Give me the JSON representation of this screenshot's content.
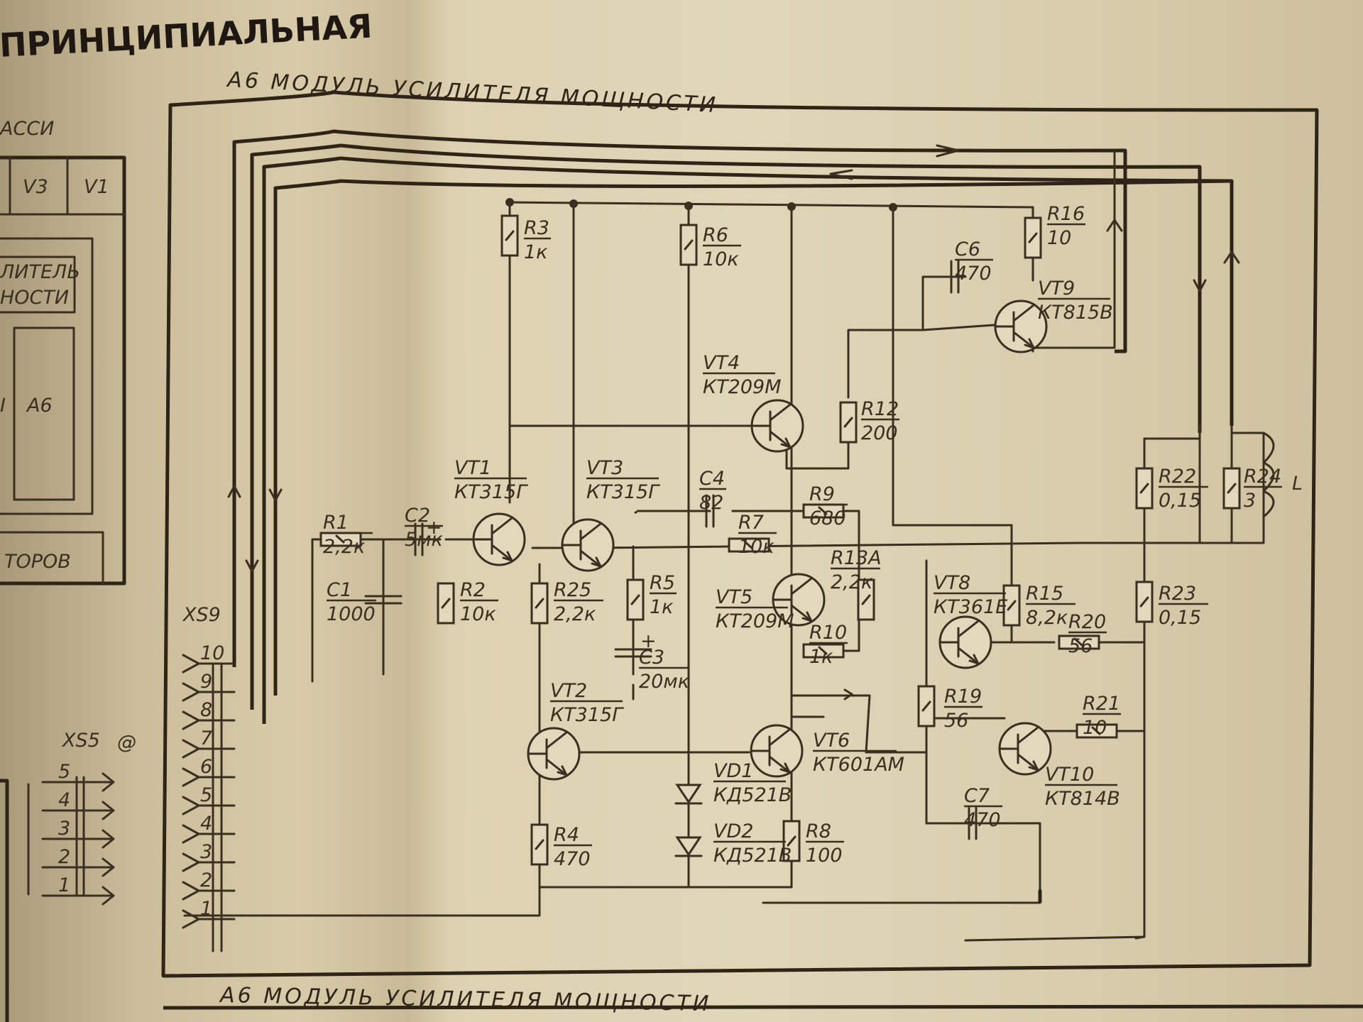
{
  "title": "ПРИНЦИПИАЛЬНАЯ",
  "module_header": "А6 МОДУЛЬ УСИЛИТЕЛЯ МОЩНОСТИ",
  "module_footer": "А6 МОДУЛЬ УСИЛИТЕЛЯ МОЩНОСТИ",
  "chassis": {
    "label": "АССИ",
    "cells": [
      "V3",
      "V1"
    ],
    "amp_box": [
      "ЛИТЕЛЬ",
      "НОСТИ"
    ],
    "module_ref": "А6",
    "left_fragment": "I",
    "bottom_label": "ТОРОВ"
  },
  "connectors": {
    "xs9": {
      "name": "XS9",
      "pins": [
        "10",
        "9",
        "8",
        "7",
        "6",
        "5",
        "4",
        "3",
        "2",
        "1"
      ]
    },
    "xs5": {
      "name": "XS5",
      "pins": [
        "5",
        "4",
        "3",
        "2",
        "1"
      ],
      "marks": "″",
      "symbol": "@"
    }
  },
  "transistors": [
    {
      "ref": "VT1",
      "type": "КТ315Г"
    },
    {
      "ref": "VT2",
      "type": "КТ315Г"
    },
    {
      "ref": "VT3",
      "type": "КТ315Г"
    },
    {
      "ref": "VT4",
      "type": "КТ209М"
    },
    {
      "ref": "VT5",
      "type": "КТ209М"
    },
    {
      "ref": "VT6",
      "type": "КТ601АМ"
    },
    {
      "ref": "VT8",
      "type": "КТ361Е"
    },
    {
      "ref": "VT9",
      "type": "КТ815В"
    },
    {
      "ref": "VT10",
      "type": "КТ814В"
    }
  ],
  "resistors": [
    {
      "ref": "R1",
      "value": "2,2к"
    },
    {
      "ref": "R2",
      "value": "10к"
    },
    {
      "ref": "R3",
      "value": "1к"
    },
    {
      "ref": "R4",
      "value": "470"
    },
    {
      "ref": "R5",
      "value": "1к"
    },
    {
      "ref": "R6",
      "value": "10к"
    },
    {
      "ref": "R7",
      "value": "10к"
    },
    {
      "ref": "R8",
      "value": "100"
    },
    {
      "ref": "R9",
      "value": "680"
    },
    {
      "ref": "R10",
      "value": "1к"
    },
    {
      "ref": "R12",
      "value": "200"
    },
    {
      "ref": "R13А",
      "value": "2,2к"
    },
    {
      "ref": "R15",
      "value": "8,2к"
    },
    {
      "ref": "R16",
      "value": "10"
    },
    {
      "ref": "R19",
      "value": "56"
    },
    {
      "ref": "R20",
      "value": "56"
    },
    {
      "ref": "R21",
      "value": "10"
    },
    {
      "ref": "R22",
      "value": "0,15"
    },
    {
      "ref": "R23",
      "value": "0,15"
    },
    {
      "ref": "R24",
      "value": "3"
    },
    {
      "ref": "R25",
      "value": "2,2к"
    }
  ],
  "capacitors": [
    {
      "ref": "C1",
      "value": "1000"
    },
    {
      "ref": "C2",
      "value": "5мк"
    },
    {
      "ref": "C3",
      "value": "20мк"
    },
    {
      "ref": "C4",
      "value": "82"
    },
    {
      "ref": "C6",
      "value": "470"
    },
    {
      "ref": "C7",
      "value": "470"
    }
  ],
  "diodes": [
    {
      "ref": "VD1",
      "type": "КД521В"
    },
    {
      "ref": "VD2",
      "type": "КД521В"
    }
  ],
  "inductor": {
    "ref": "L"
  },
  "colors": {
    "ink": "#3a2f20",
    "paper": "#e0d6b8"
  }
}
